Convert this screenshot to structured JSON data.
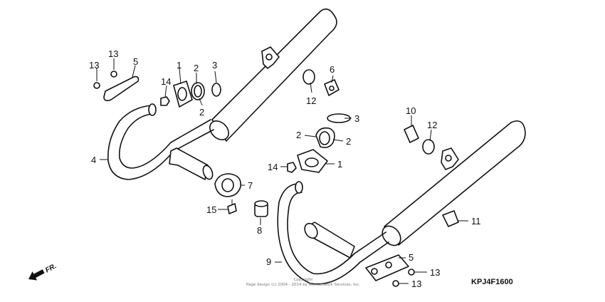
{
  "diagram_code": "KPJ4F1600",
  "direction_marker": "FR.",
  "copyright_line1": "Copyright",
  "copyright_line2": "Page design (c) 2004 - 2014 by ARI Network Services, Inc.",
  "callouts": {
    "c13a": "13",
    "c13b": "13",
    "c5a": "5",
    "c14a": "14",
    "c1a": "1",
    "c2a": "2",
    "c2b": "2",
    "c3a": "3",
    "c4": "4",
    "c6": "6",
    "c12a": "12",
    "c3b": "3",
    "c2c": "2",
    "c2d": "2",
    "c14b": "14",
    "c1b": "1",
    "c10": "10",
    "c12b": "12",
    "c7": "7",
    "c15": "15",
    "c8": "8",
    "c9": "9",
    "c11": "11",
    "c5b": "5",
    "c13c": "13",
    "c13d": "13"
  }
}
